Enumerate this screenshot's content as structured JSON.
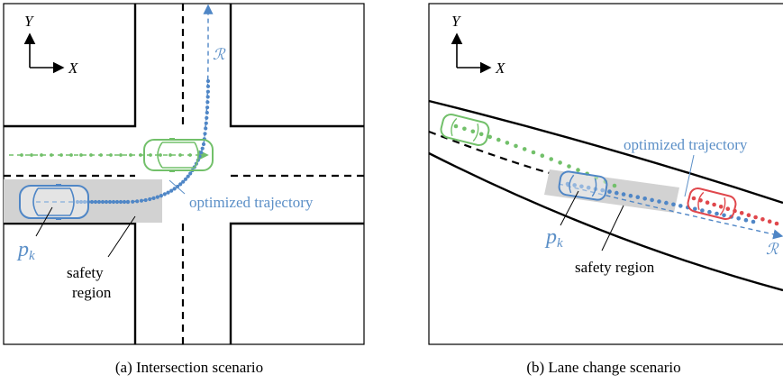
{
  "colors": {
    "blue": "#4f86c6",
    "green": "#72c06a",
    "red": "#e0474c",
    "region": "#d2d2d2",
    "road": "#000000"
  },
  "panel_a": {
    "axis_y": "Y",
    "axis_x": "X",
    "ref_label": "ℛ",
    "traj_label": "optimized trajectory",
    "pose_label_main": "p",
    "pose_label_sub": "k",
    "safety_label_line1": "safety",
    "safety_label_line2": "region",
    "caption": "(a) Intersection scenario"
  },
  "panel_b": {
    "axis_y": "Y",
    "axis_x": "X",
    "ref_label": "ℛ",
    "traj_label": "optimized trajectory",
    "pose_label_main": "p",
    "pose_label_sub": "k",
    "safety_label": "safety region",
    "caption": "(b) Lane change scenario"
  },
  "icons": {
    "axis": "xy-axis-arrows-icon",
    "ego_car": "blue-car-icon",
    "other_car_green": "green-car-icon",
    "other_car_red": "red-car-icon"
  }
}
